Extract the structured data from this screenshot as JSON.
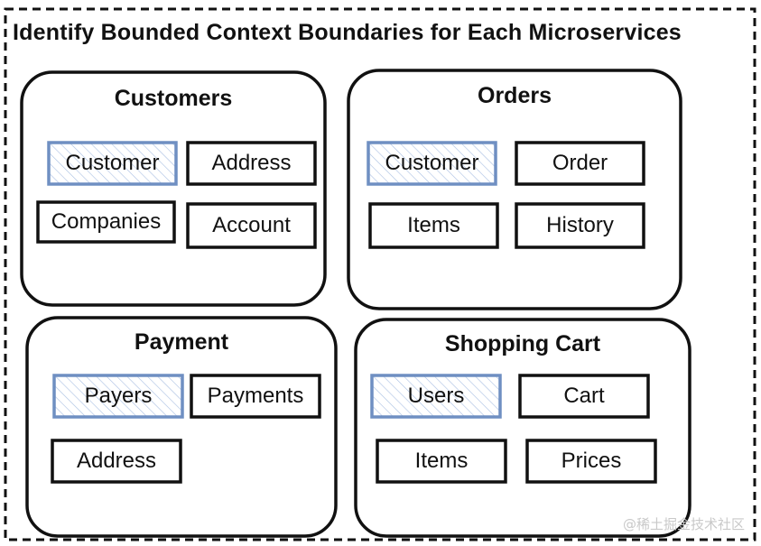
{
  "diagram": {
    "title": "Identify Bounded Context Boundaries for Each Microservices",
    "colors": {
      "stroke": "#111111",
      "highlight_stroke": "#6f8fc2",
      "highlight_hatch": "#a9bfe2"
    },
    "contexts": [
      {
        "title": "Customers",
        "entities": [
          {
            "label": "Customer",
            "highlight": true
          },
          {
            "label": "Address",
            "highlight": false
          },
          {
            "label": "Companies",
            "highlight": false
          },
          {
            "label": "Account",
            "highlight": false
          }
        ]
      },
      {
        "title": "Orders",
        "entities": [
          {
            "label": "Customer",
            "highlight": true
          },
          {
            "label": "Order",
            "highlight": false
          },
          {
            "label": "Items",
            "highlight": false
          },
          {
            "label": "History",
            "highlight": false
          }
        ]
      },
      {
        "title": "Payment",
        "entities": [
          {
            "label": "Payers",
            "highlight": true
          },
          {
            "label": "Payments",
            "highlight": false
          },
          {
            "label": "Address",
            "highlight": false
          }
        ]
      },
      {
        "title": "Shopping Cart",
        "entities": [
          {
            "label": "Users",
            "highlight": true
          },
          {
            "label": "Cart",
            "highlight": false
          },
          {
            "label": "Items",
            "highlight": false
          },
          {
            "label": "Prices",
            "highlight": false
          }
        ]
      }
    ],
    "watermark": "@稀土掘金技术社区"
  }
}
